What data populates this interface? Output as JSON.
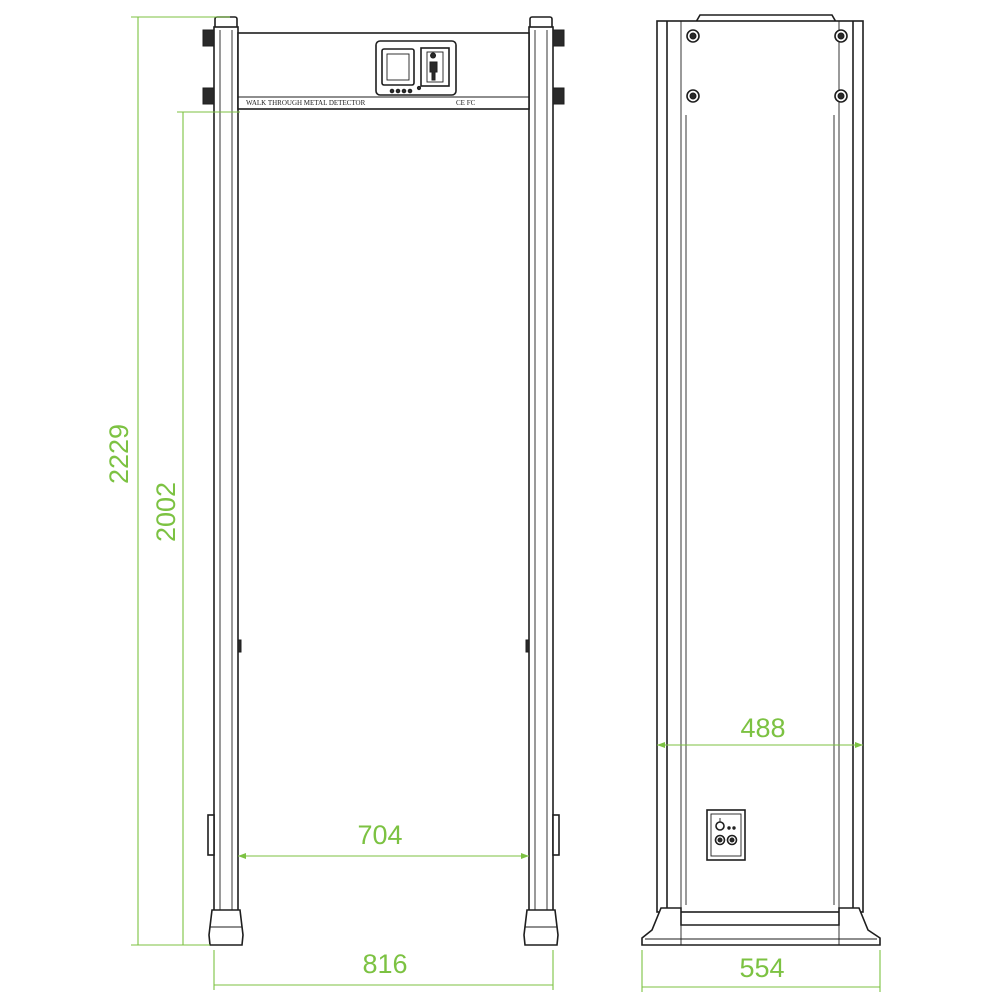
{
  "labels": {
    "crossbar": "WALK THROUGH METAL DETECTOR",
    "cert": "CE FC"
  },
  "dimensions": {
    "total_height": "2229",
    "passage_height": "2002",
    "passage_width": "704",
    "outer_width": "816",
    "side_inner_depth": "488",
    "side_outer_depth": "554"
  },
  "colors": {
    "line": "#1e1e1e",
    "dimension": "#7cc242",
    "background": "#ffffff"
  }
}
